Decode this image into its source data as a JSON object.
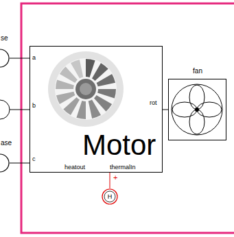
{
  "diagram": {
    "nodes": [
      {
        "text": [
          "Motor"
        ]
      },
      {
        "text": [
          "fan"
        ]
      },
      {
        "text": [
          "se"
        ]
      },
      {
        "text": [
          "ase"
        ]
      },
      {
        "text": [
          "H"
        ]
      }
    ],
    "edges": [
      {
        "from": 2,
        "to": 0,
        "arrow": "none"
      },
      {
        "from": 3,
        "to": 0,
        "arrow": "none"
      },
      {
        "from": 0,
        "to": 1,
        "arrow": "none"
      },
      {
        "from": 4,
        "to": 0,
        "arrow": "none"
      }
    ],
    "labels": [
      "a",
      "b",
      "c",
      "rot",
      "heatout",
      "thermalIn",
      "+"
    ]
  }
}
